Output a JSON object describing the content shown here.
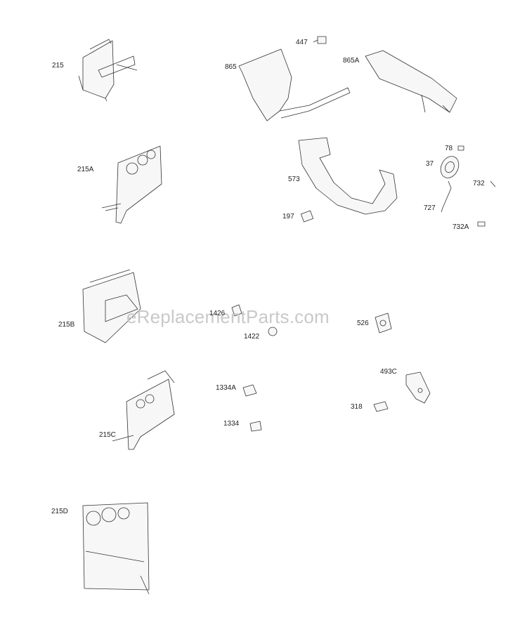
{
  "watermark": "eReplacementParts.com",
  "labels": {
    "p215": "215",
    "p215A": "215A",
    "p215B": "215B",
    "p215C": "215C",
    "p215D": "215D",
    "p865": "865",
    "p447": "447",
    "p865A": "865A",
    "p573": "573",
    "p197": "197",
    "p78": "78",
    "p37": "37",
    "p732": "732",
    "p727": "727",
    "p732A": "732A",
    "p1426": "1426",
    "p1422": "1422",
    "p526": "526",
    "p493C": "493C",
    "p1334A": "1334A",
    "p318": "318",
    "p1334": "1334"
  }
}
